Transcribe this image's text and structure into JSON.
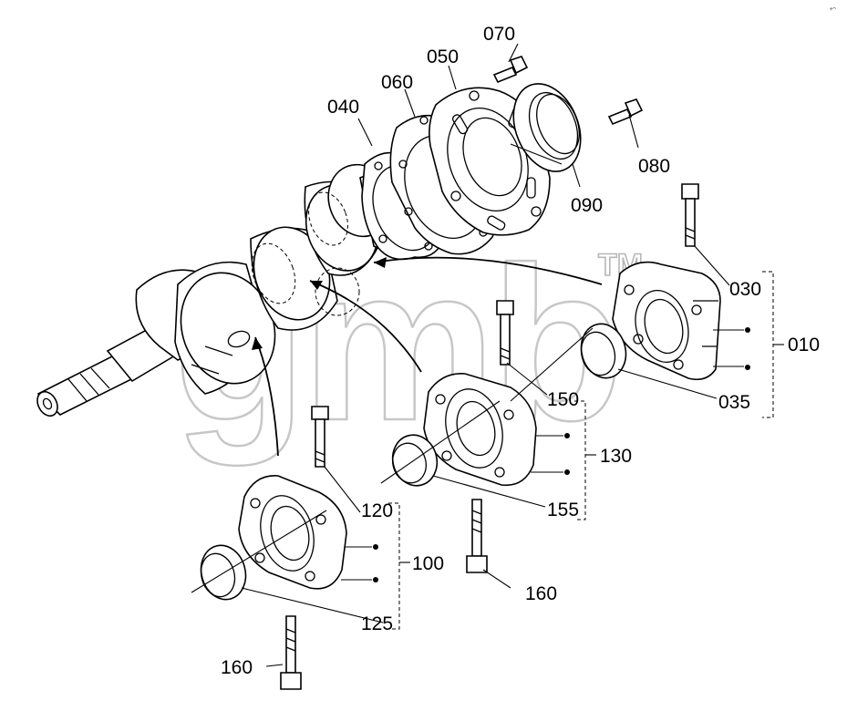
{
  "diagram": {
    "watermark": "gmb",
    "watermark_mark": "TM",
    "corner_mark": "⬿",
    "labels": {
      "p070": "070",
      "p050": "050",
      "p060": "060",
      "p040": "040",
      "p080": "080",
      "p090": "090",
      "p030": "030",
      "p010": "010",
      "p035": "035",
      "p150": "150",
      "p130": "130",
      "p155": "155",
      "p120": "120",
      "p100": "100",
      "p160a": "160",
      "p125": "125",
      "p160b": "160"
    }
  }
}
